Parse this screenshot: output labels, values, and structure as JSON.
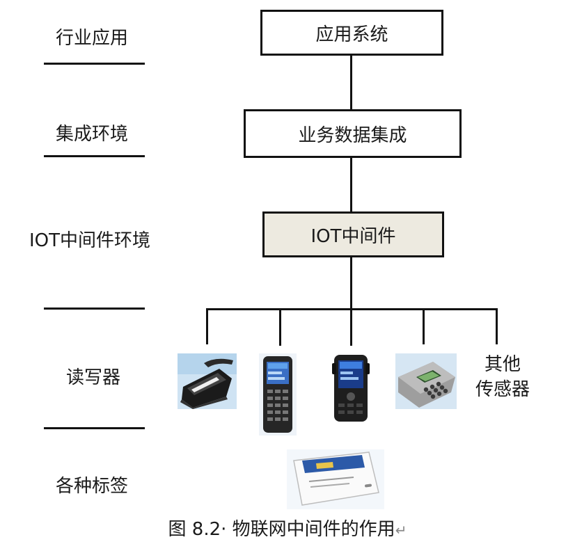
{
  "layers": {
    "industry_app": "行业应用",
    "integration": "集成环境",
    "iot_middleware": "IOT中间件环境",
    "reader": "读写器",
    "tags": "各种标签"
  },
  "boxes": {
    "app_system": "应用系统",
    "business_integration": "业务数据集成",
    "iot_middleware": "IOT中间件"
  },
  "devices": {
    "other_sensors_line1": "其他",
    "other_sensors_line2": "传感器"
  },
  "caption": {
    "text": "图 8.2· 物联网中间件的作用",
    "mark": "↵"
  },
  "colors": {
    "middleware_box": "#edeae0",
    "line": "#111111"
  }
}
